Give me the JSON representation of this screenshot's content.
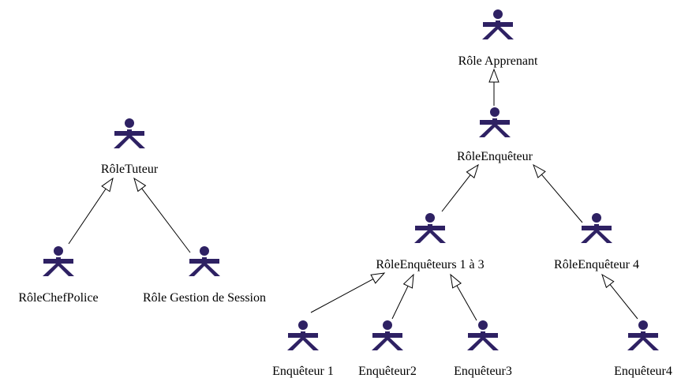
{
  "diagram": {
    "type": "uml-use-case-actor-generalization",
    "actor_icon": "stick-figure-actor-icon",
    "colors": {
      "actor": "#2e2163",
      "line": "#000000",
      "background": "#ffffff"
    },
    "actors": [
      {
        "id": "apprenant",
        "label": "Rôle Apprenant"
      },
      {
        "id": "enqueteur",
        "label": "RôleEnquêteur"
      },
      {
        "id": "tuteur",
        "label": "RôleTuteur"
      },
      {
        "id": "chefpolice",
        "label": "RôleChefPolice"
      },
      {
        "id": "gestion",
        "label": "Rôle Gestion de Session"
      },
      {
        "id": "enq13",
        "label": "RôleEnquêteurs 1 à 3"
      },
      {
        "id": "enq4role",
        "label": "RôleEnquêteur 4"
      },
      {
        "id": "e1",
        "label": "Enquêteur 1"
      },
      {
        "id": "e2",
        "label": "Enquêteur2"
      },
      {
        "id": "e3",
        "label": "Enquêteur3"
      },
      {
        "id": "e4",
        "label": "Enquêteur4"
      }
    ],
    "generalizations": [
      {
        "from": "enqueteur",
        "to": "apprenant"
      },
      {
        "from": "chefpolice",
        "to": "tuteur"
      },
      {
        "from": "gestion",
        "to": "tuteur"
      },
      {
        "from": "enq13",
        "to": "enqueteur"
      },
      {
        "from": "enq4role",
        "to": "enqueteur"
      },
      {
        "from": "e1",
        "to": "enq13"
      },
      {
        "from": "e2",
        "to": "enq13"
      },
      {
        "from": "e3",
        "to": "enq13"
      },
      {
        "from": "e4",
        "to": "enq4role"
      }
    ]
  }
}
